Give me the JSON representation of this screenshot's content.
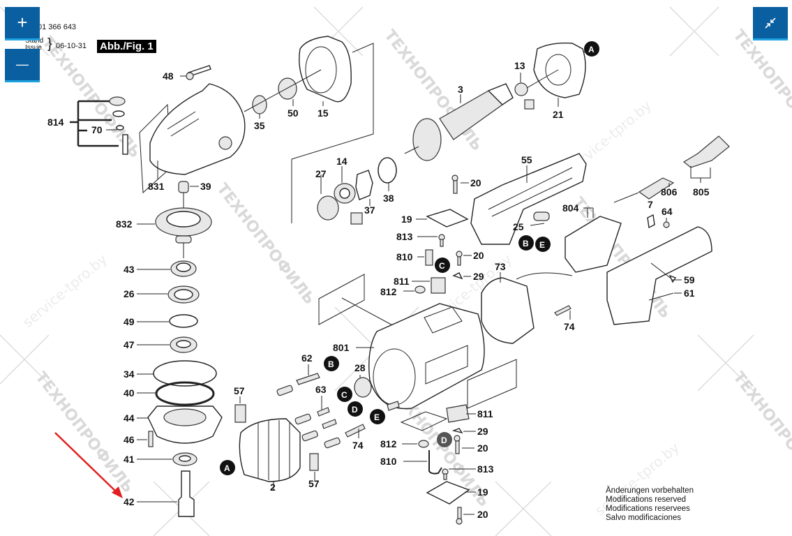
{
  "header": {
    "part_number": "01 366 643",
    "stand_label": "Stand",
    "issue_label": "Issue",
    "date": "06-10-31",
    "figure_label": "Abb./Fig. 1"
  },
  "controls": {
    "zoom_in_icon": "+",
    "zoom_out_icon": "—",
    "collapse_icon": "↗↙"
  },
  "notes": [
    "Änderungen vorbehalten",
    "Modifications reserved",
    "Modifications reservees",
    "Salvo modificaciones"
  ],
  "watermark": {
    "brand": "ТЕХНОПРОФИЛЬ",
    "site": "service-tpro.by"
  },
  "annotation": {
    "arrow_color": "#e02020",
    "arrow_target_label": "42"
  },
  "colors": {
    "button_bg": "#0a5fa0",
    "button_accent": "#1fa3e0"
  },
  "callouts": {
    "A": "A",
    "B": "B",
    "C": "C",
    "D": "D",
    "E": "E"
  },
  "part_labels": {
    "p48": "48",
    "p814": "814",
    "p70": "70",
    "p831": "831",
    "p39": "39",
    "p35": "35",
    "p50": "50",
    "p15": "15",
    "p832": "832",
    "p43": "43",
    "p26": "26",
    "p49": "49",
    "p47": "47",
    "p34": "34",
    "p40": "40",
    "p44": "44",
    "p46": "46",
    "p41": "41",
    "p42": "42",
    "p27": "27",
    "p14": "14",
    "p37": "37",
    "p38": "38",
    "p3": "3",
    "p13": "13",
    "p21": "21",
    "p55": "55",
    "p20a": "20",
    "p19a": "19",
    "p813a": "813",
    "p810a": "810",
    "p20b": "20",
    "p811a": "811",
    "p812a": "812",
    "p29a": "29",
    "p25": "25",
    "p804": "804",
    "p806": "806",
    "p805": "805",
    "p7": "7",
    "p64": "64",
    "p73": "73",
    "p59": "59",
    "p61": "61",
    "p74a": "74",
    "p801": "801",
    "p62": "62",
    "p28": "28",
    "p63": "63",
    "p57a": "57",
    "p57b": "57",
    "p2": "2",
    "p74b": "74",
    "p811b": "811",
    "p29b": "29",
    "p812b": "812",
    "p20c": "20",
    "p810b": "810",
    "p813b": "813",
    "p19b": "19",
    "p20d": "20"
  }
}
